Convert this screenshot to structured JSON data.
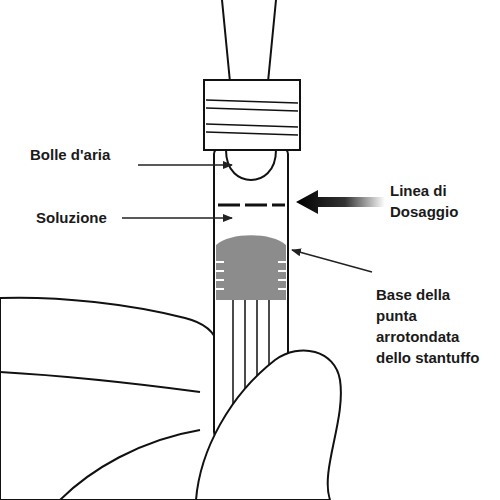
{
  "diagram": {
    "labels": [
      "Bolle d'aria",
      "Soluzione",
      "Linea di Dosaggio",
      "Base della punta arrotondata dello stantuffo"
    ]
  }
}
